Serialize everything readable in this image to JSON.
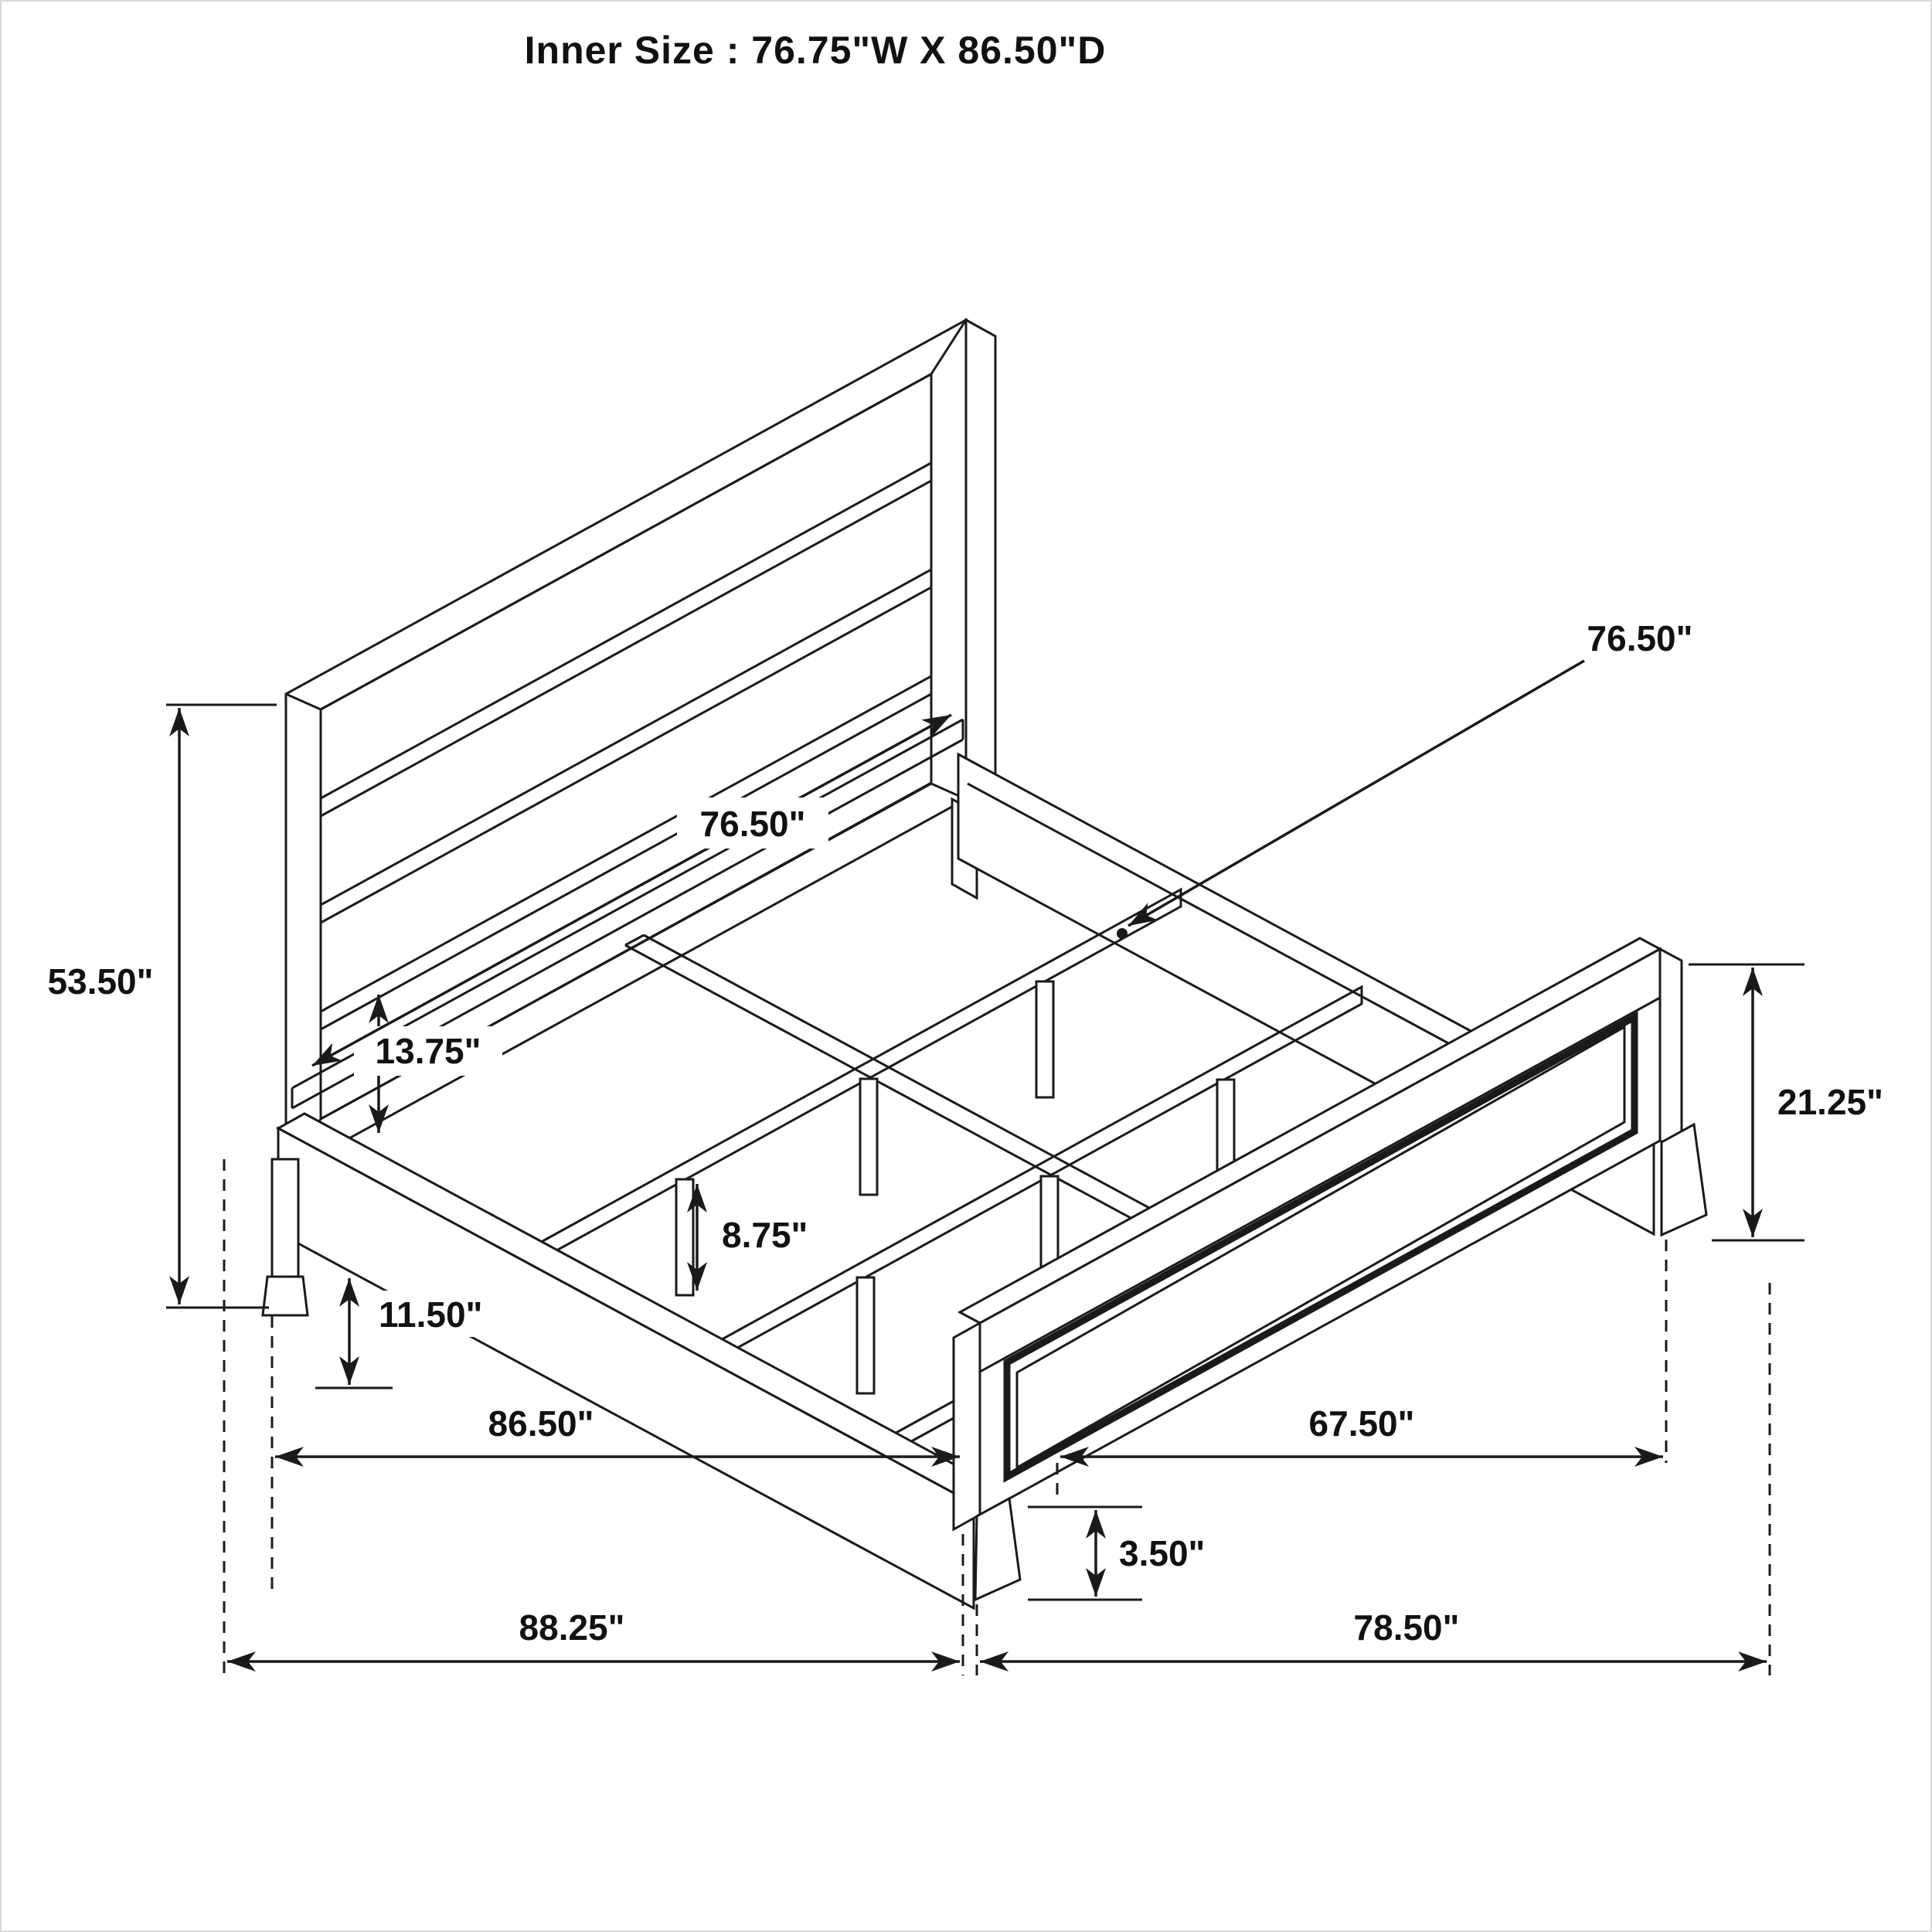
{
  "title": "Inner Size : 76.75\"W X 86.50\"D",
  "diagram": {
    "subject": "bed frame isometric dimension drawing",
    "line_color": "#1a1a1a",
    "background": "#ffffff",
    "dims": {
      "headboard_height": "53.50\"",
      "headboard_panel_to_rail": "13.75\"",
      "rail_floor_clearance": "11.50\"",
      "support_leg_height": "8.75\"",
      "inner_frame_width": "76.50\"",
      "slat_length": "76.50\"",
      "footboard_height": "21.25\"",
      "foot_height": "3.50\"",
      "side_rail_length": "86.50\"",
      "footboard_inner_span": "67.50\"",
      "overall_length": "88.25\"",
      "overall_width": "78.50\""
    }
  }
}
